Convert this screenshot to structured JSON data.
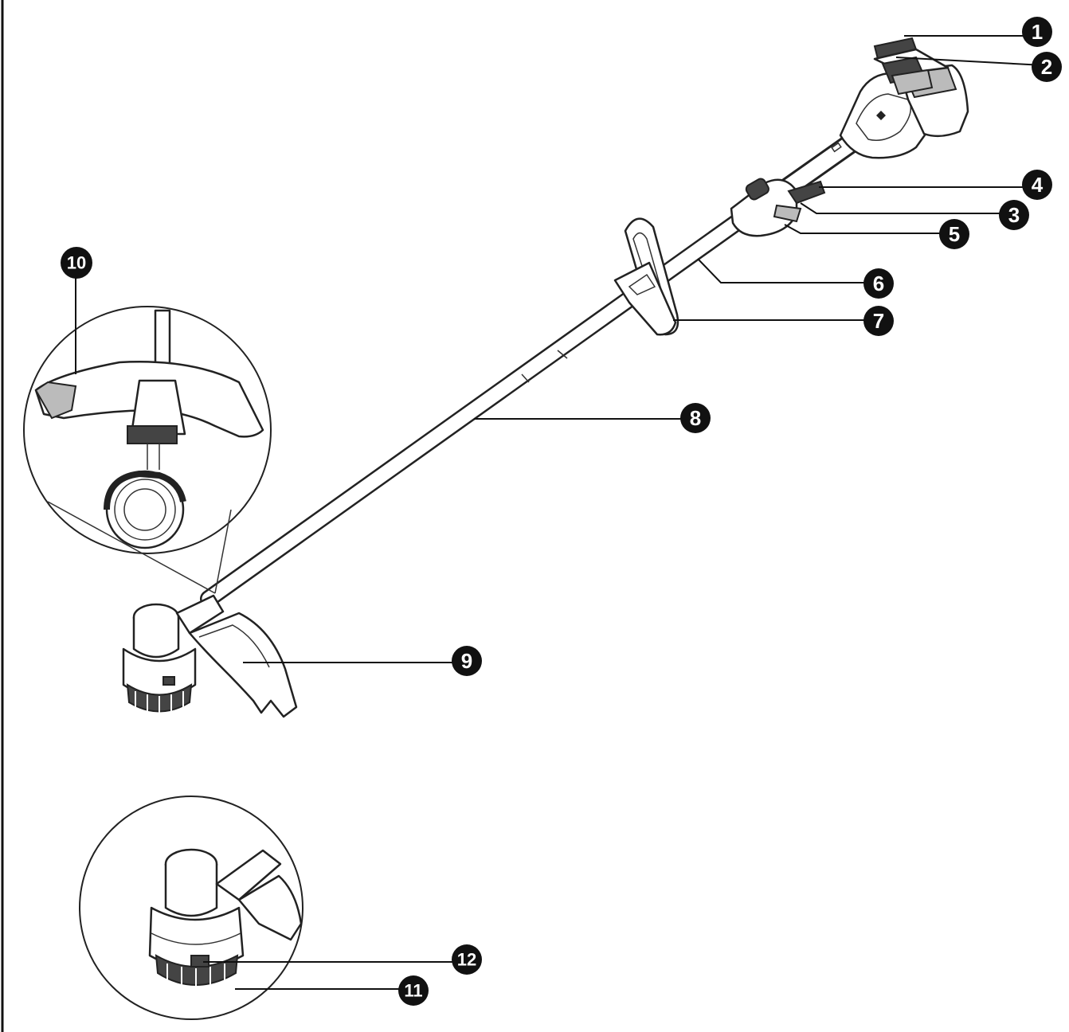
{
  "callouts": [
    {
      "id": "1",
      "label": "1"
    },
    {
      "id": "2",
      "label": "2"
    },
    {
      "id": "3",
      "label": "3"
    },
    {
      "id": "4",
      "label": "4"
    },
    {
      "id": "5",
      "label": "5"
    },
    {
      "id": "6",
      "label": "6"
    },
    {
      "id": "7",
      "label": "7"
    },
    {
      "id": "8",
      "label": "8"
    },
    {
      "id": "9",
      "label": "9"
    },
    {
      "id": "10",
      "label": "10"
    },
    {
      "id": "11",
      "label": "11"
    },
    {
      "id": "12",
      "label": "12"
    }
  ],
  "colors": {
    "ink": "#111111",
    "background": "#ffffff"
  }
}
